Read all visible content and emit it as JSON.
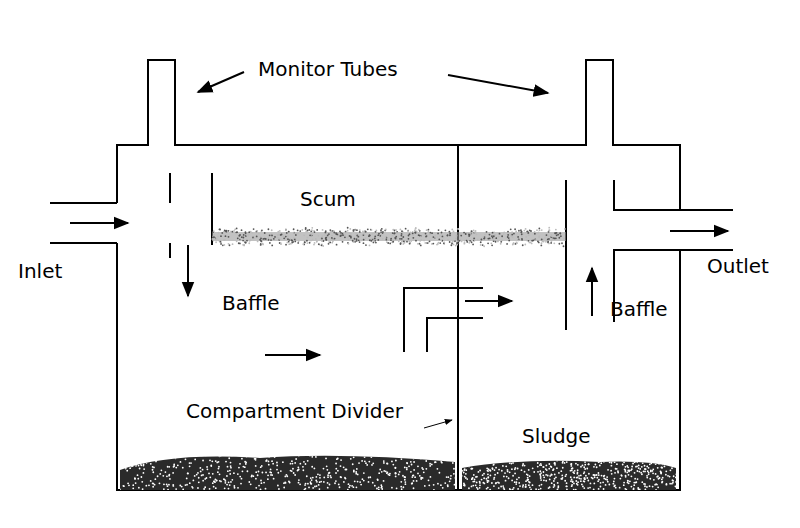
{
  "diagram": {
    "labels": [
      "Monitor Tubes",
      "Scum",
      "Inlet",
      "Outlet",
      "Baffle",
      "Baffle",
      "Compartment Divider",
      "Sludge"
    ]
  }
}
